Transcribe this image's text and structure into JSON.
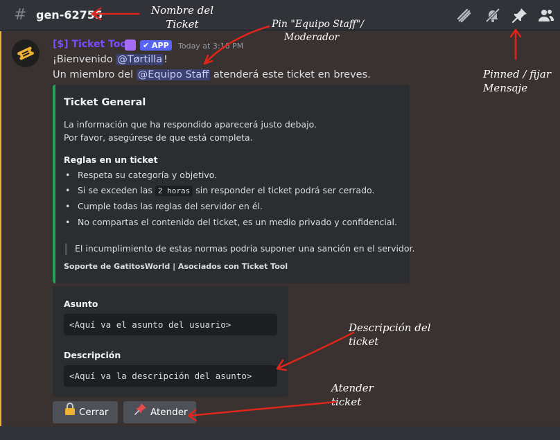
{
  "header": {
    "channel_name": "gen-62755"
  },
  "message": {
    "author": "[$] Ticket Tool",
    "app_tag": "✔ APP",
    "timestamp": "Today at 3:16 PM",
    "line1_prefix": "¡Bienvenido ",
    "line1_mention": "@Tørtilla",
    "line1_suffix": "!",
    "line2_prefix": "Un miembro del ",
    "line2_mention": "@Equipo Staff",
    "line2_suffix": " atenderá este ticket en breves."
  },
  "embed": {
    "title": "Ticket General",
    "desc_line1": "La información que ha respondido aparecerá justo debajo.",
    "desc_line2": "Por favor, asegúrese de que está completa.",
    "rules_title": "Reglas en un ticket",
    "rule1": "Respeta su categoría y objetivo.",
    "rule2_a": "Si se exceden las ",
    "rule2_code": "2 horas",
    "rule2_b": " sin responder el ticket podrá ser cerrado.",
    "rule3": "Cumple todas las reglas del servidor en él.",
    "rule4": "No compartas el contenido del ticket, es un medio privado y confidencial.",
    "quote": "El incumplimiento de estas normas podría suponer una sanción en el servidor.",
    "footer": "Soporte de GatitosWorld | Asociados con Ticket Tool",
    "accent_color": "#23a559"
  },
  "card": {
    "subject_label": "Asunto",
    "subject_value": "<Aquí va el asunto del usuario>",
    "desc_label": "Descripción",
    "desc_value": "<Aquí va la descripción del asunto>"
  },
  "buttons": {
    "close_label": "Cerrar",
    "attend_label": "Atender"
  },
  "annotations": {
    "name_line1": "Nombre del",
    "name_line2": "Ticket",
    "pin_line1": "Pin \"Equipo Staff\"/",
    "pin_line2": "Moderador",
    "pinned_line1": "Pinned / fijar",
    "pinned_line2": "Mensaje",
    "desc_line1": "Descripción del",
    "desc_line2": "ticket",
    "attend_line1": "Atender",
    "attend_line2": "ticket"
  },
  "icons": [
    "hash-icon",
    "threads-icon",
    "mute-bell-icon",
    "pin-icon",
    "members-icon",
    "ticket-avatar-icon",
    "lock-icon",
    "pushpin-icon"
  ]
}
